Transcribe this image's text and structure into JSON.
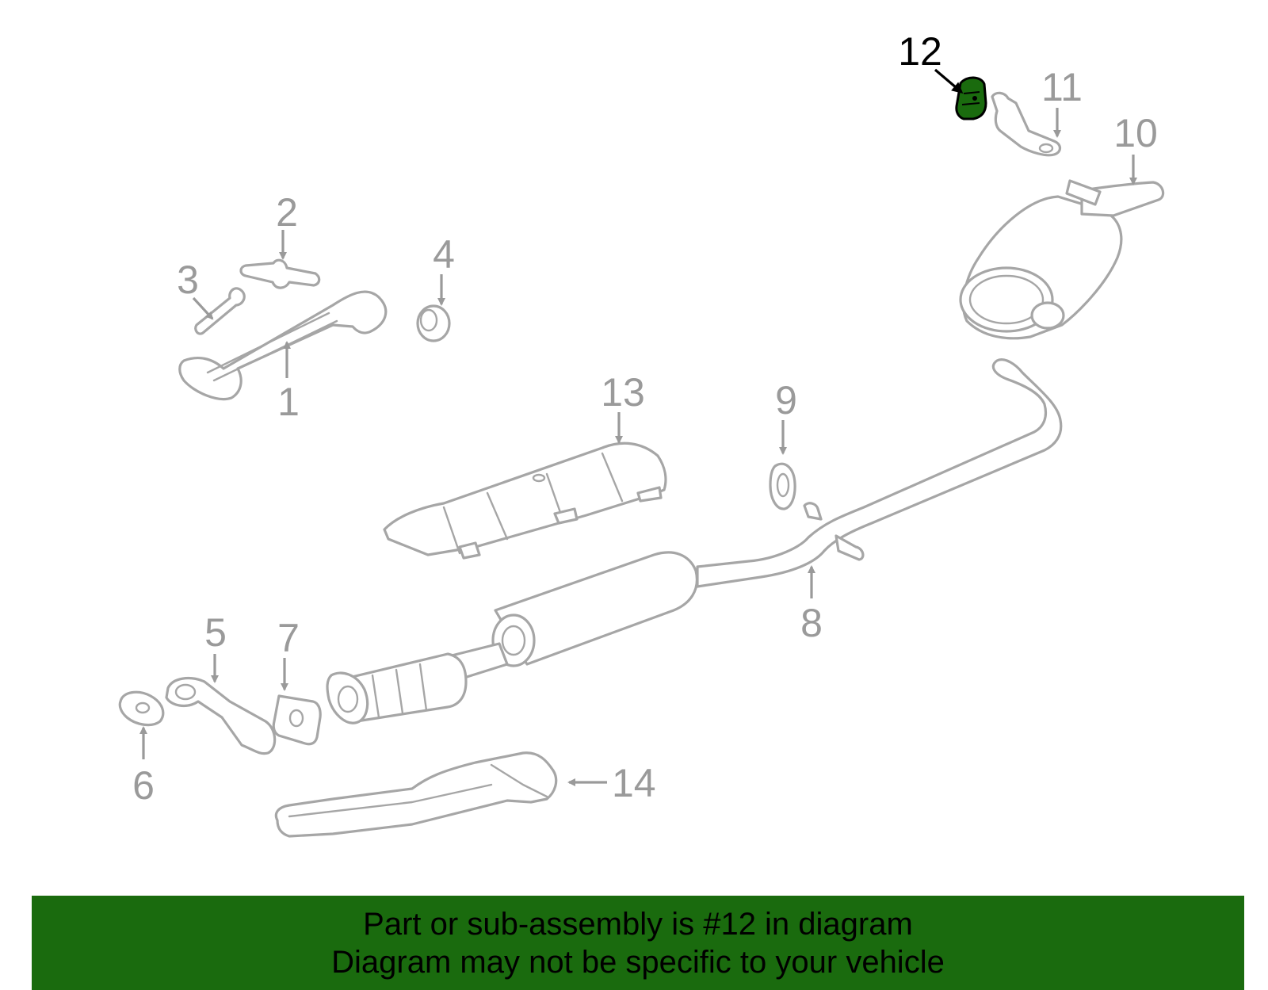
{
  "diagram": {
    "callouts": [
      "1",
      "2",
      "3",
      "4",
      "5",
      "6",
      "7",
      "8",
      "9",
      "10",
      "11",
      "12",
      "13",
      "14"
    ],
    "highlighted_callout": "12",
    "highlight_color": "#1a6b0e",
    "line_color": "#a6a6a6"
  },
  "banner": {
    "line1": "Part or sub-assembly is #12 in diagram",
    "line2": "Diagram may not be specific to your vehicle",
    "background_color": "#1a6b0e"
  }
}
